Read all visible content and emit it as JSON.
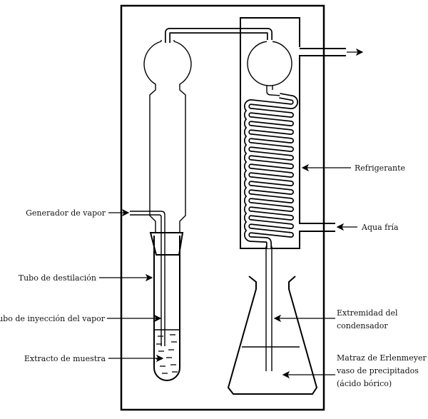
{
  "title": "Aparato de destilación por arrastre de vapor",
  "labels": {
    "generador": "Generador de vapor",
    "tubo_destilacion": "Tubo de destilación",
    "tubo_inyeccion": "Tubo de inyección del vapor",
    "extracto": "Extracto de muestra",
    "refrigerante": "Refrigerante",
    "agua_fria": "Aqua fría",
    "extremidad": [
      "Extremidad del",
      "condensador"
    ],
    "matraz": [
      "Matraz de Erlenmeyer o",
      "vaso de precipitados",
      "(ácido bórico)"
    ]
  }
}
